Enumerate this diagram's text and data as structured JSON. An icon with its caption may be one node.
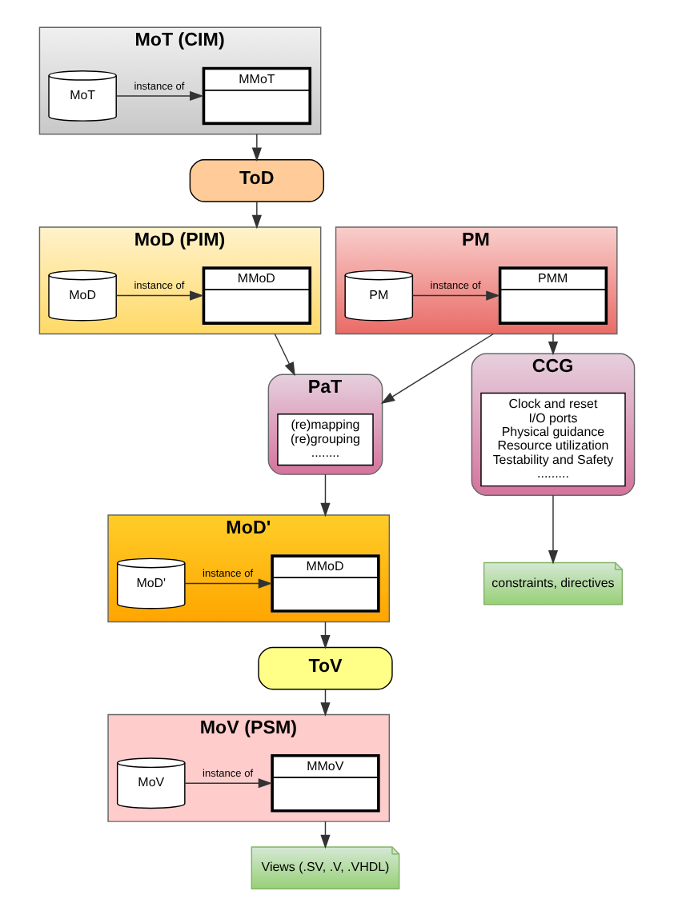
{
  "diagram": {
    "nodes": [
      {
        "text": [
          "MoT (CIM)"
        ]
      },
      {
        "text": [
          "MMoT"
        ],
        "in": 0
      },
      {
        "text": [
          "MoT"
        ],
        "in": 0
      },
      {
        "text": [
          "ToD"
        ]
      },
      {
        "text": [
          "MoD (PIM)"
        ]
      },
      {
        "text": [
          "MMoD"
        ],
        "in": 4
      },
      {
        "text": [
          "MoD"
        ],
        "in": 4
      },
      {
        "text": [
          "PaT"
        ]
      },
      {
        "text": [
          "(re)mapping",
          "(re)grouping",
          "........"
        ],
        "in": 7
      },
      {
        "text": [
          "PM"
        ]
      },
      {
        "text": [
          "PMM"
        ],
        "in": 9
      },
      {
        "text": [
          "PM"
        ],
        "in": 9
      },
      {
        "text": [
          "MoD'"
        ]
      },
      {
        "text": [
          "MMoD"
        ],
        "in": 12
      },
      {
        "text": [
          "MoD'"
        ],
        "in": 12
      },
      {
        "text": [
          "CCG"
        ]
      },
      {
        "text": [
          "Clock and reset",
          "I/O ports",
          "Physical guidance",
          "Resource utilization",
          "Testability and Safety",
          "........."
        ],
        "in": 15
      },
      {
        "text": [
          "ToV"
        ]
      },
      {
        "text": [
          "MoV (PSM)"
        ]
      },
      {
        "text": [
          "MMoV"
        ],
        "in": 18
      },
      {
        "text": [
          "MoV"
        ],
        "in": 18
      },
      {
        "text": [
          "Views (.SV, .V, .VHDL)"
        ]
      },
      {
        "text": [
          "constraints, directives"
        ]
      }
    ],
    "edges": [
      {
        "from": 2,
        "to": 1,
        "arrow": "to",
        "label": "instance of"
      },
      {
        "from": 0,
        "to": 3,
        "arrow": "to"
      },
      {
        "from": 3,
        "to": 4,
        "arrow": "to"
      },
      {
        "from": 6,
        "to": 5,
        "arrow": "to",
        "label": "instance of"
      },
      {
        "from": 4,
        "to": 7,
        "arrow": "to"
      },
      {
        "from": 9,
        "to": 7,
        "arrow": "to"
      },
      {
        "from": 11,
        "to": 10,
        "arrow": "to",
        "label": "instance of"
      },
      {
        "from": 9,
        "to": 15,
        "arrow": "to"
      },
      {
        "from": 7,
        "to": 12,
        "arrow": "to"
      },
      {
        "from": 14,
        "to": 13,
        "arrow": "to",
        "label": "instance of"
      },
      {
        "from": 12,
        "to": 17,
        "arrow": "to"
      },
      {
        "from": 17,
        "to": 18,
        "arrow": "to"
      },
      {
        "from": 20,
        "to": 19,
        "arrow": "to",
        "label": "instance of"
      },
      {
        "from": 18,
        "to": 21,
        "arrow": "to"
      },
      {
        "from": 15,
        "to": 22,
        "arrow": "to"
      }
    ]
  }
}
